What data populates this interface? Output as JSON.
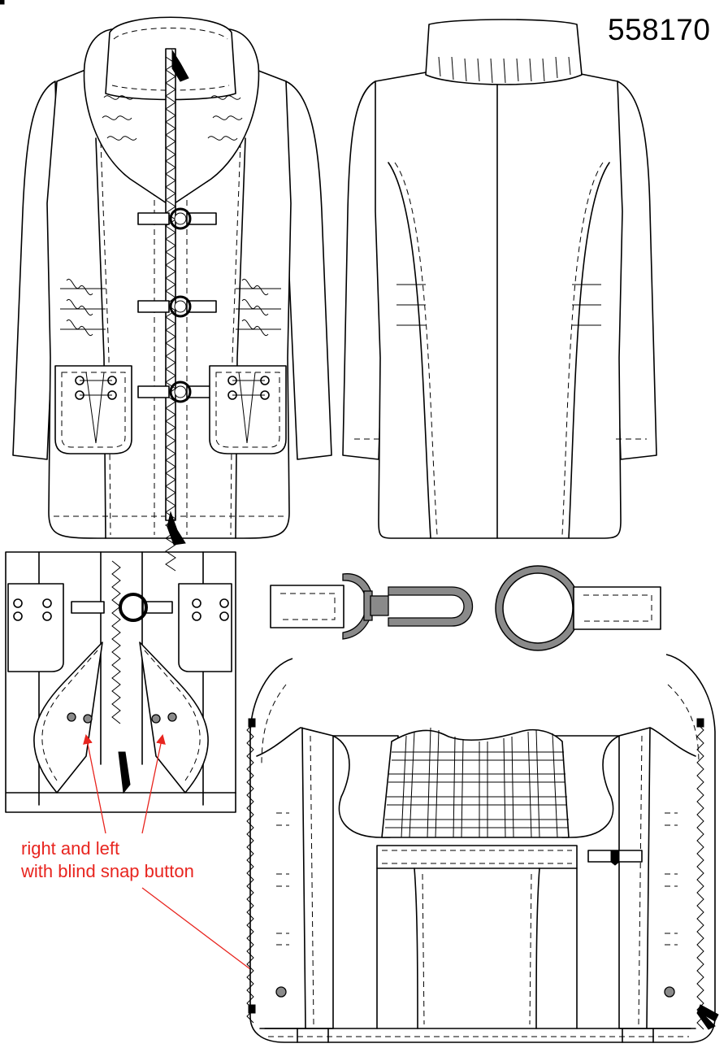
{
  "style_number": "558170",
  "annotation": {
    "line1": "right and left",
    "line2": "with blind snap button"
  },
  "colors": {
    "line": "#000000",
    "annotation": "#e8251f",
    "hardware": "#8a8a8a",
    "background": "#ffffff"
  }
}
